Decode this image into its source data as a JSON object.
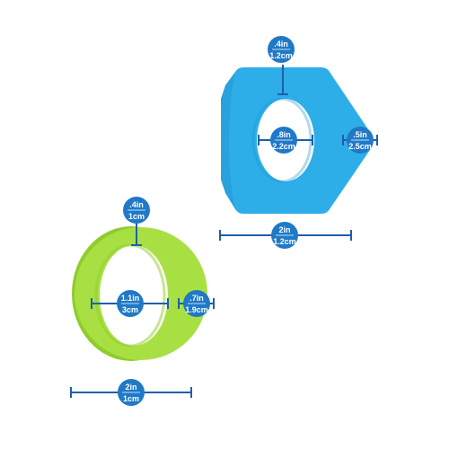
{
  "colors": {
    "blue_ring": "#2eaee9",
    "blue_ring_shade": "#1e95d0",
    "green_ring": "#a8e044",
    "green_ring_shade": "#8fcc2c",
    "dimension_line": "#1f5fa8",
    "badge_fill": "#1f79c7",
    "badge_text": "#ffffff"
  },
  "hex_ring": {
    "shape": "hexagon",
    "wall_thickness": {
      "inch": ".4in",
      "cm": "1.2cm"
    },
    "inner_diameter": {
      "inch": ".8in",
      "cm": "2.2cm"
    },
    "width": {
      "inch": ".5in",
      "cm": "2.5cm"
    },
    "height": {
      "inch": "2in",
      "cm": "1.2cm"
    }
  },
  "round_ring": {
    "shape": "round",
    "wall_thickness": {
      "inch": ".4in",
      "cm": "1cm"
    },
    "inner_diameter": {
      "inch": "1.1in",
      "cm": "3cm"
    },
    "width": {
      "inch": ".7in",
      "cm": "1.9cm"
    },
    "height": {
      "inch": "2in",
      "cm": "1cm"
    }
  }
}
